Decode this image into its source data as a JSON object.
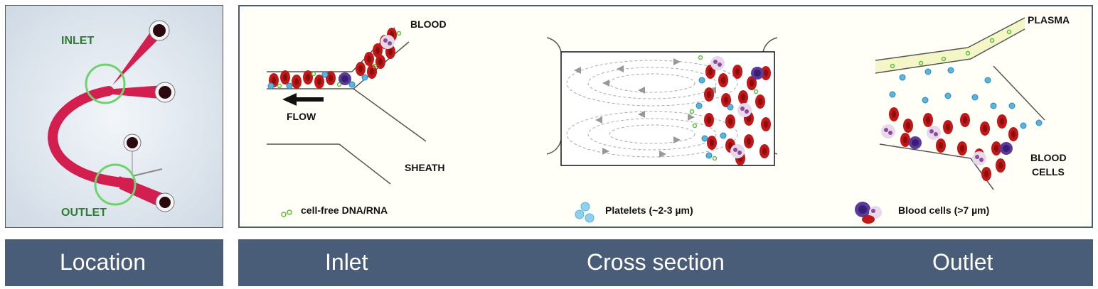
{
  "photo": {
    "inlet_label": "INLET",
    "outlet_label": "OUTLET",
    "label_color": "#2e7d32",
    "circle_color": "#6ed36e",
    "device_color": "#d21f4f"
  },
  "diagram": {
    "inlet": {
      "blood_label": "BLOOD",
      "flow_label": "FLOW",
      "sheath_label": "SHEATH"
    },
    "outlet": {
      "plasma_label": "PLASMA",
      "cells_label_line1": "BLOOD",
      "cells_label_line2": "CELLS"
    },
    "legend": [
      {
        "label": "cell-free DNA/RNA",
        "icon": "dna-rna-icon"
      },
      {
        "label": "Platelets (~2-3 µm)",
        "icon": "platelet-icon"
      },
      {
        "label": "Blood cells (>7 µm)",
        "icon": "blood-cell-icon"
      }
    ],
    "colors": {
      "rbc": "#c01818",
      "platelet": "#5ab4e0",
      "dna": "#5bbf3a",
      "wbc": "#5a3a9a",
      "plasma": "#f4f6c8"
    }
  },
  "captions": {
    "location": "Location",
    "inlet": "Inlet",
    "cross_section": "Cross section",
    "outlet": "Outlet"
  }
}
